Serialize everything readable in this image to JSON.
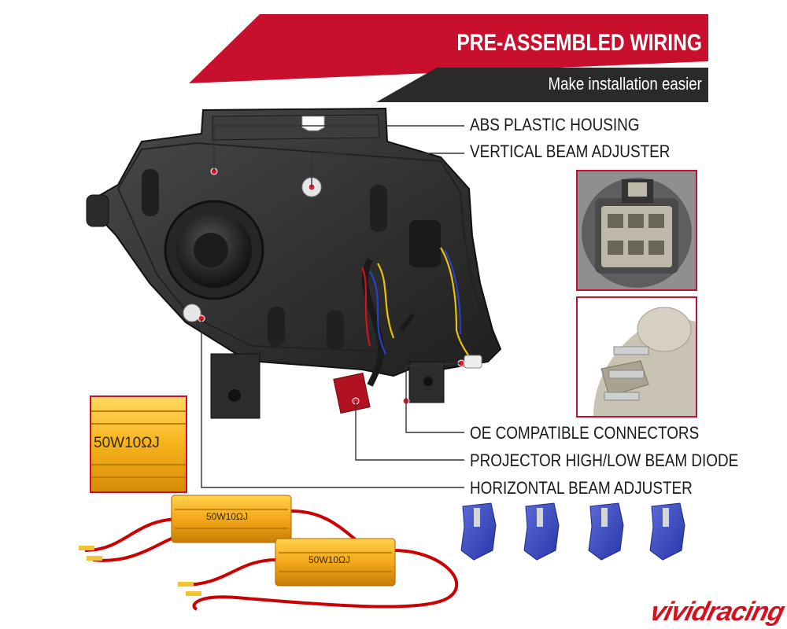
{
  "banner": {
    "title": "PRE-ASSEMBLED WIRING",
    "subtitle": "Make installation easier",
    "accent": "#c8102e",
    "dark": "#2b2b2b"
  },
  "callouts": [
    {
      "id": "abs",
      "label": "ABS PLASTIC HOUSING"
    },
    {
      "id": "vba",
      "label": "VERTICAL BEAM ADJUSTER"
    },
    {
      "id": "oec",
      "label": "OE COMPATIBLE CONNECTORS"
    },
    {
      "id": "proj",
      "label": "PROJECTOR HIGH/LOW BEAM DIODE"
    },
    {
      "id": "hba",
      "label": "HORIZONTAL BEAM ADJUSTER"
    }
  ],
  "resistors": {
    "inset_label": "50W10ΩJ",
    "label_1": "50W10ΩJ",
    "label_2": "50W10ΩJ"
  },
  "icons": [
    "headlight-housing-icon",
    "connector-plug-icon",
    "bulb-socket-icon",
    "load-resistor-icon",
    "wire-tap-connector-icon"
  ],
  "logo": {
    "text": "vividracing",
    "color": "#d4111d"
  }
}
